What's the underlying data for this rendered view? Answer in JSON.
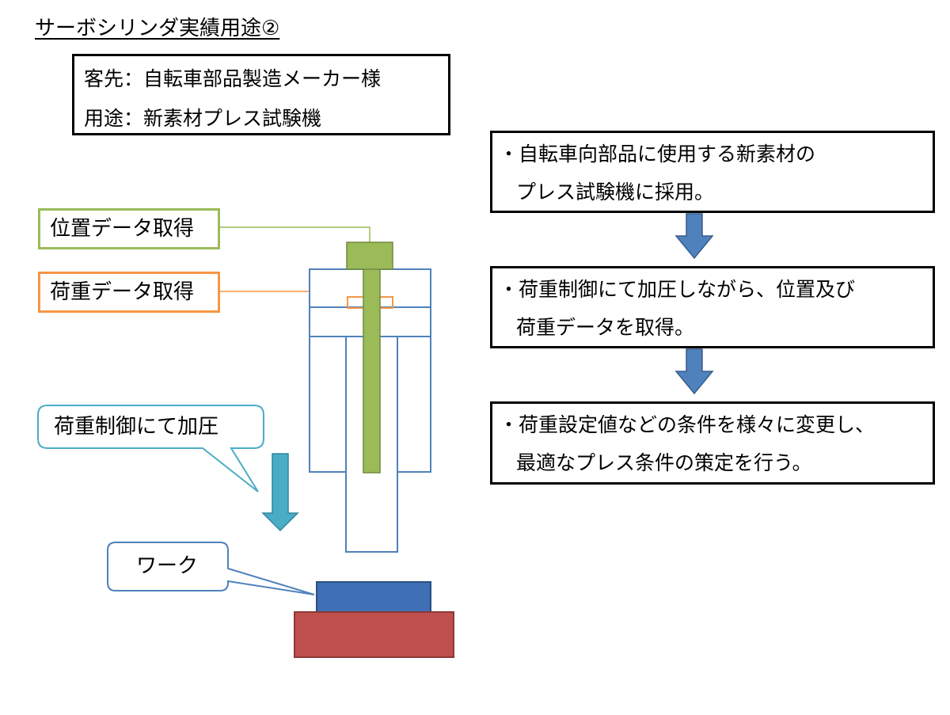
{
  "title": "サーボシリンダ実績用途②",
  "info": {
    "customer": "客先：自転車部品製造メーカー様",
    "use": "用途：新素材プレス試験機"
  },
  "steps": [
    {
      "line1": "・自転車向部品に使用する新素材の",
      "line2": "プレス試験機に採用。"
    },
    {
      "line1": "・荷重制御にて加圧しながら、位置及び",
      "line2": "荷重データを取得。"
    },
    {
      "line1": "・荷重設定値などの条件を様々に変更し、",
      "line2": "最適なプレス条件の策定を行う。"
    }
  ],
  "labels": {
    "position_data": "位置データ取得",
    "load_data": "荷重データ取得",
    "load_control": "荷重制御にて加圧",
    "work": "ワーク"
  },
  "colors": {
    "green": "#9BBB59",
    "green_dark": "#71893F",
    "orange": "#F79646",
    "cylinder_blue": "#4F81BD",
    "callout_teal": "#4BACC6",
    "arrow_blue": "#4F81BD",
    "work_blue": "#3F6FB4",
    "base_red": "#C0504D",
    "base_red_dark": "#8C3836"
  }
}
